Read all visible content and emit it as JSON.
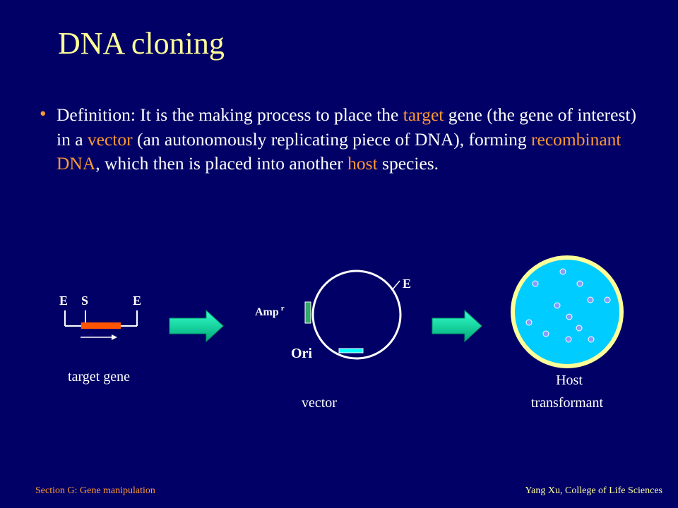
{
  "slide": {
    "title": "DNA cloning",
    "bullet": "•",
    "definition": [
      {
        "text": "Definition:  It is the making process to place the ",
        "highlight": false
      },
      {
        "text": "target",
        "highlight": true
      },
      {
        "text": " gene (the gene of interest) in a ",
        "highlight": false
      },
      {
        "text": "vector",
        "highlight": true
      },
      {
        "text": " (an autonomously replicating piece of DNA), forming ",
        "highlight": false
      },
      {
        "text": "recombinant DNA",
        "highlight": true
      },
      {
        "text": ", which then is placed into another ",
        "highlight": false
      },
      {
        "text": "host",
        "highlight": true
      },
      {
        "text": " species.",
        "highlight": false
      }
    ]
  },
  "diagram": {
    "target_gene": {
      "site_labels": [
        "E",
        "S",
        "E"
      ],
      "caption": "target gene"
    },
    "vector": {
      "site_label": "E",
      "amp_label": "Amp",
      "amp_superscript": "r",
      "ori_label": "Ori",
      "caption": "vector"
    },
    "host": {
      "caption_line1": "Host",
      "caption_line2": "transformant"
    }
  },
  "colors": {
    "background": "#000066",
    "title": "#ffff99",
    "highlight": "#ff9933",
    "arrow": "#00cc99",
    "gene_insert": "#ff5500",
    "amp_gene": "#33aa66",
    "ori_segment": "#00ffff",
    "host_fill": "#00ccff",
    "host_border": "#ffff99",
    "dot": "#8899ff"
  },
  "footer": {
    "left": "Section G: Gene manipulation",
    "right": "Yang Xu, College of Life Sciences"
  }
}
